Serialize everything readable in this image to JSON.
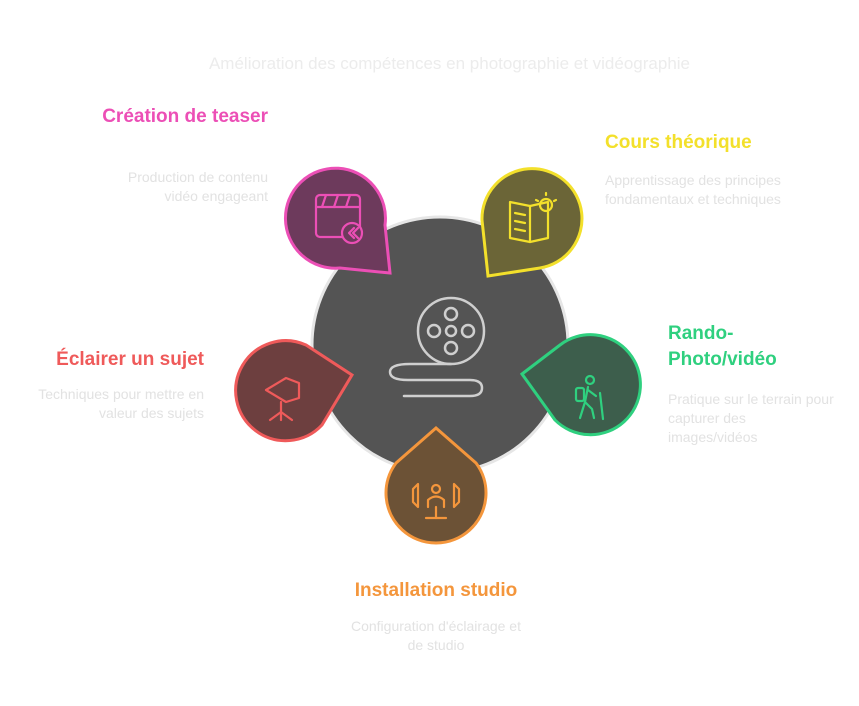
{
  "title": "Amélioration des compétences en photographie et vidéographie",
  "center": {
    "icon": "film-reel-icon",
    "color": "#545454"
  },
  "items": [
    {
      "label": "Création de teaser",
      "description": "Production de contenu vidéo engageant",
      "color": "#ec4fb6",
      "fill": "#6d3a5c",
      "icon": "clapperboard-icon"
    },
    {
      "label": "Cours théorique",
      "description": "Apprentissage des principes fondamentaux et techniques",
      "color": "#f3e02b",
      "fill": "#6b6537",
      "icon": "book-lightbulb-icon"
    },
    {
      "label": "Rando-Photo/vidéo",
      "description": "Pratique sur le terrain pour capturer des images/vidéos",
      "color": "#2fd07f",
      "fill": "#3d5e4c",
      "icon": "hiker-icon"
    },
    {
      "label": "Installation studio",
      "description": "Configuration d'éclairage et de studio",
      "color": "#f4963c",
      "fill": "#6c5236",
      "icon": "studio-setup-icon"
    },
    {
      "label": "Éclairer un sujet",
      "description": "Techniques pour mettre en valeur des sujets",
      "color": "#ef5a5a",
      "fill": "#6d3f3f",
      "icon": "studio-light-icon"
    }
  ]
}
